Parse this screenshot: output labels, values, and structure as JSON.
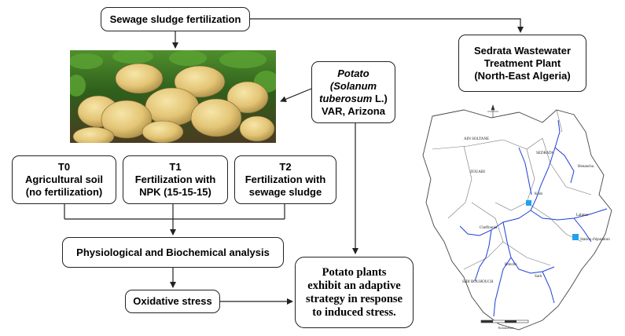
{
  "diagram": {
    "top_box": "Sewage sludge fertilization",
    "plant_box": [
      "Sedrata Wastewater",
      "Treatment Plant",
      "(North-East Algeria)"
    ],
    "potato_box": {
      "italic_1": "Potato",
      "italic_2": "(Solanum",
      "italic_3": "tuberosum",
      "plain_3": " L.)",
      "line_4": "VAR, Arizona"
    },
    "t0": [
      "T0",
      "Agricultural soil",
      "(no fertilization)"
    ],
    "t1": [
      "T1",
      "Fertilization with",
      "NPK (15-15-15)"
    ],
    "t2": [
      "T2",
      "Fertilization with",
      "sewage sludge"
    ],
    "physio_box": "Physiological and  Biochemical analysis",
    "oxidative_box": "Oxidative stress",
    "result_box": [
      "Potato plants",
      "exhibit an adaptive",
      "strategy in response",
      "to induced stress."
    ]
  },
  "map": {
    "labels": {
      "ain_soltane": "AIN SOLTANE",
      "sedrata": "SEDRATA",
      "zouabi": "ZOUABI",
      "henancha": "Henancha",
      "cheffounia": "Cheffounia",
      "lahmer": "Lahmer",
      "rmiche": "Rmiche",
      "sidi_bouhouch": "SIDI BOUHOUCH",
      "station": "Station d'épuration",
      "krab": "Krab",
      "sarh": "Sarh",
      "scale": "Kilometres"
    },
    "station_color": "#1fa3ee",
    "river_color": "#1f3fd6"
  },
  "colors": {
    "border": "#222222",
    "arrow": "#222222",
    "potato": "#e9cf86",
    "leaf": "#3f7d25"
  }
}
